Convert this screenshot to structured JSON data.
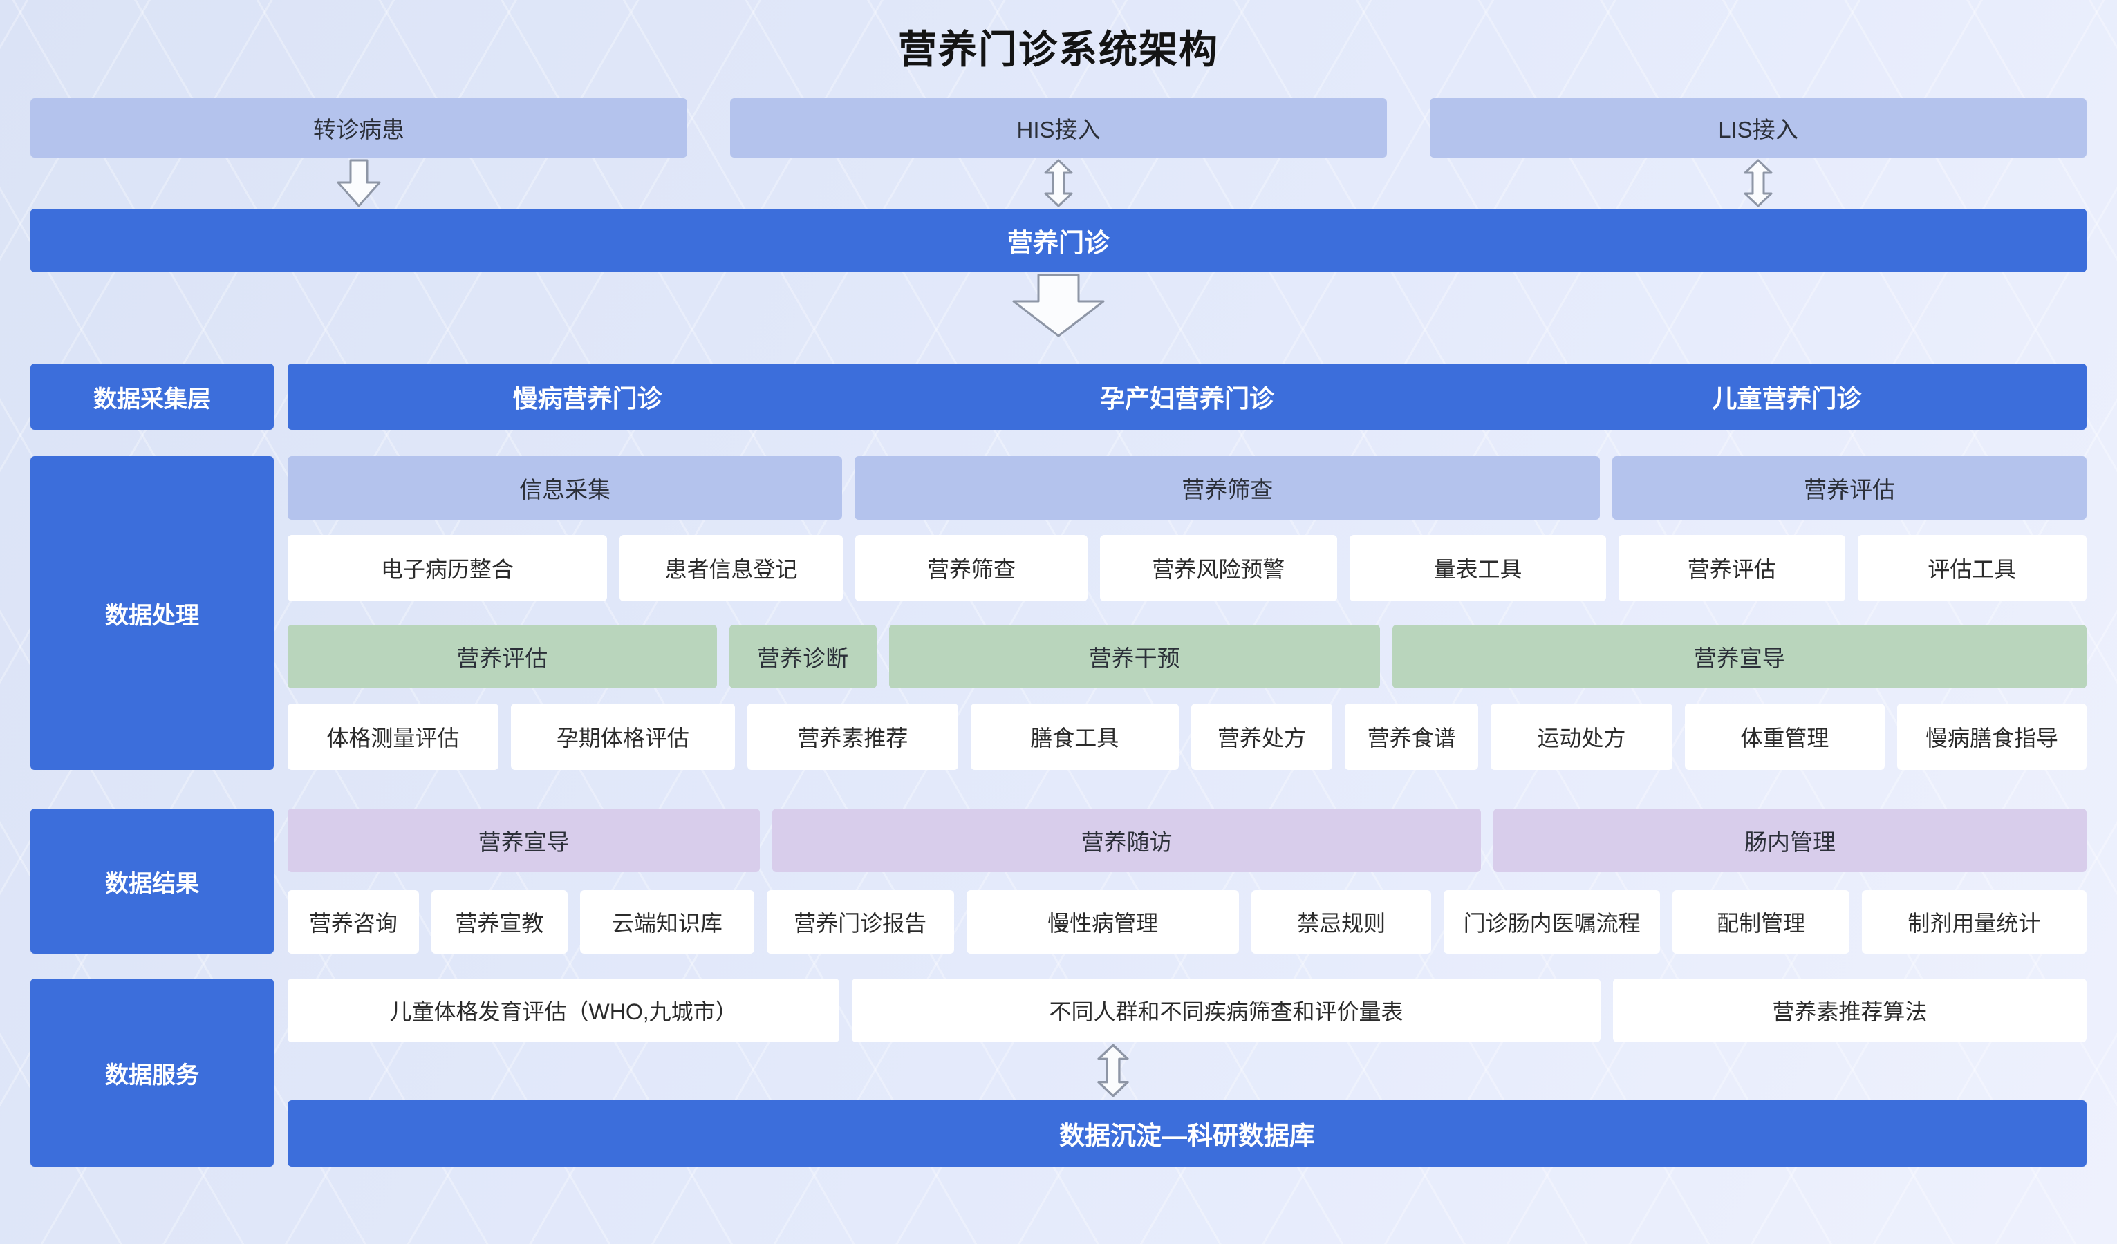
{
  "title": "营养门诊系统架构",
  "sources": [
    "转诊病患",
    "HIS接入",
    "LIS接入"
  ],
  "clinic_bar": "营养门诊",
  "collection": {
    "label": "数据采集层",
    "items": [
      "慢病营养门诊",
      "孕产妇营养门诊",
      "儿童营养门诊"
    ]
  },
  "processing": {
    "label": "数据处理",
    "group_headers_1": [
      "信息采集",
      "营养筛查",
      "营养评估"
    ],
    "items_1": [
      "电子病历整合",
      "患者信息登记",
      "营养筛查",
      "营养风险预警",
      "量表工具",
      "营养评估",
      "评估工具"
    ],
    "group_headers_2": [
      "营养评估",
      "营养诊断",
      "营养干预",
      "营养宣导"
    ],
    "items_2": [
      "体格测量评估",
      "孕期体格评估",
      "营养素推荐",
      "膳食工具",
      "营养处方",
      "营养食谱",
      "运动处方",
      "体重管理",
      "慢病膳食指导"
    ]
  },
  "results": {
    "label": "数据结果",
    "group_headers": [
      "营养宣导",
      "营养随访",
      "肠内管理"
    ],
    "items": [
      "营养咨询",
      "营养宣教",
      "云端知识库",
      "营养门诊报告",
      "慢性病管理",
      "禁忌规则",
      "门诊肠内医嘱流程",
      "配制管理",
      "制剂用量统计"
    ]
  },
  "services": {
    "label": "数据服务",
    "items": [
      "儿童体格发育评估（WHO,九城市）",
      "不同人群和不同疾病筛查和评价量表",
      "营养素推荐算法"
    ],
    "database_bar": "数据沉淀—科研数据库"
  },
  "colors": {
    "primary_blue": "#3c6edb",
    "light_blue": "#b4c3ed",
    "green": "#b9d5bc",
    "purple": "#d8cdeb",
    "box_white": "#ffffff",
    "background": "#e4eafb"
  }
}
